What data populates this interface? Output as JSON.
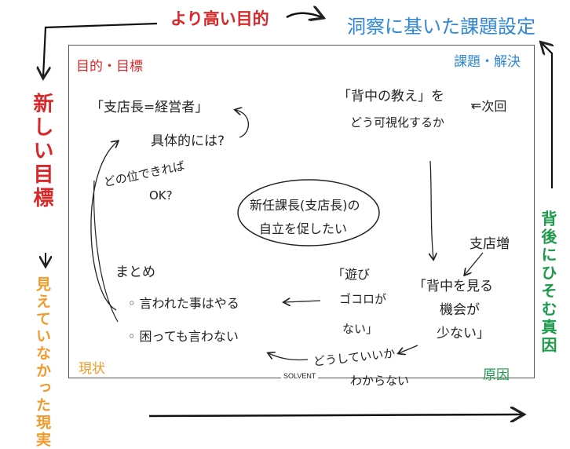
{
  "outer": {
    "top_left": "より高い目的",
    "top_right": "洞察に基いた課題設定",
    "left_vertical_red": "新しい目標",
    "left_vertical_orange": "見えていなかった現実",
    "right_vertical": "背後にひそむ真因"
  },
  "board": {
    "corner_tl": "目的・目標",
    "corner_tr": "課題・解決",
    "corner_bl": "現状",
    "corner_br": "原因",
    "brand": "SOLVENT"
  },
  "notes": {
    "goal_quote": "「支店長=経営者」",
    "concrete_q": "具体的には?",
    "how_much_l1": "どの位できれば",
    "how_much_l2": "OK?",
    "center_l1": "新任課長(支店長)の",
    "center_l2": "自立を促したい",
    "back_l1": "「背中の教え」を",
    "back_l2": "どう可視化するか",
    "next": "←次回",
    "branch_increase": "支店増",
    "chance_l1": "「背中を見る",
    "chance_l2": "機会が",
    "chance_l3": "少ない」",
    "play_l1": "「遊び",
    "play_l2": "ゴコロが",
    "play_l3": "ない」",
    "summary_title": "まとめ",
    "summary_1": "◦ 言われた事はやる",
    "summary_2": "◦ 困っても言わない",
    "dont_know_l1": "どうしていいか",
    "dont_know_l2": "わからない"
  }
}
